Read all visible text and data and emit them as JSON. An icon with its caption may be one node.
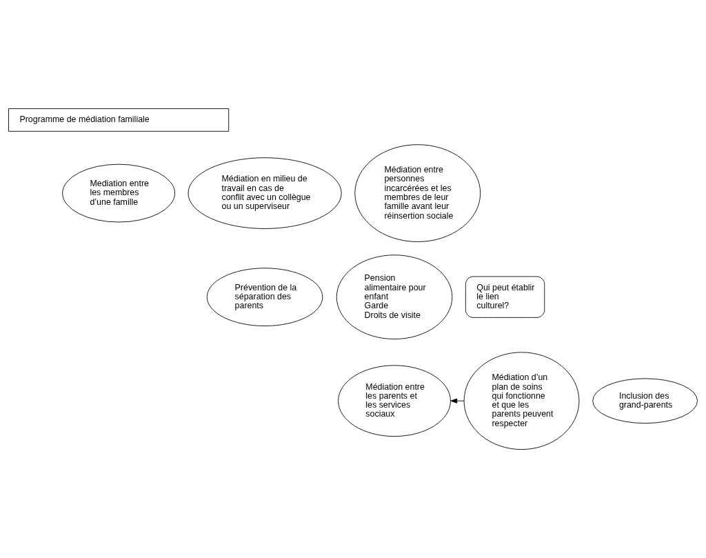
{
  "diagram": {
    "nodes": [
      {
        "text": [
          "Programme de médiation familiale"
        ]
      },
      {
        "text": [
          "Médiation en milieu de travail en cas de conflit avec un collègue ou un superviseur"
        ]
      },
      {
        "text": [
          "Mediation entre les membres d’une famille"
        ]
      },
      {
        "text": [
          "Médiation entre personnes incarcérées et les membres de leur famille avant leur réinsertion sociale"
        ]
      },
      {
        "text": [
          "Prévention de la séparation des parents"
        ]
      },
      {
        "text": [
          "Pension alimentaire pour enfant",
          "Garde",
          "Droits de visite"
        ]
      },
      {
        "text": [
          "Qui peut établir le lien culturel?"
        ]
      },
      {
        "text": [
          "Inclusion des grand-parents"
        ]
      },
      {
        "text": [
          "Médiation entre les parents et les services sociaux"
        ]
      },
      {
        "text": [
          "Médiation d’un plan de soins qui fonctionne et que les parents peuvent respecter"
        ]
      }
    ],
    "edges": [
      {
        "from": 9,
        "to": 8,
        "arrow": "to"
      }
    ]
  }
}
